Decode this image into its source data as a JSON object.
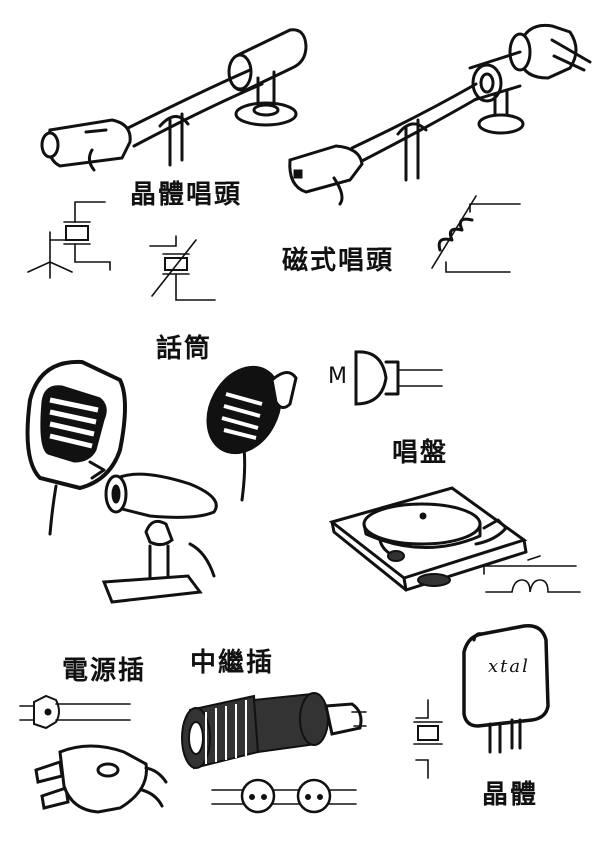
{
  "labels": {
    "crystal_cartridge": "晶體唱頭",
    "magnetic_cartridge": "磁式唱頭",
    "microphone": "話筒",
    "turntable": "唱盤",
    "power_plug": "電源插",
    "relay_plug": "中繼插",
    "crystal": "晶體",
    "mic_symbol_letter": "M",
    "crystal_can_text": "xtal"
  }
}
